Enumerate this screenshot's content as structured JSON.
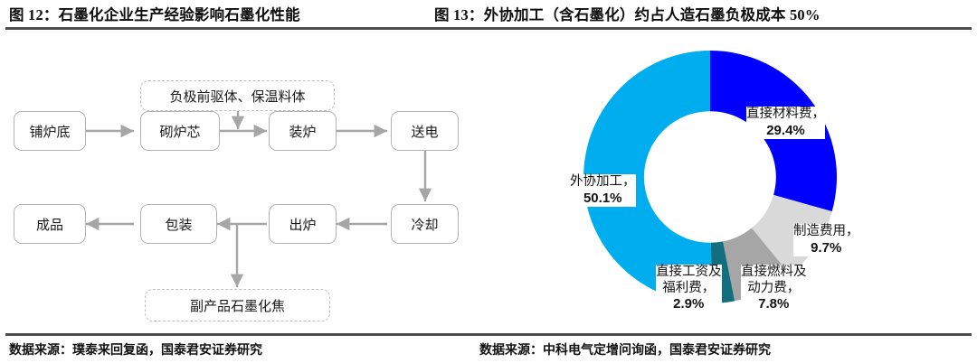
{
  "figures": {
    "left": {
      "title": "图 12：石墨化企业生产经验影响石墨化性能",
      "source": "数据来源：璞泰来回复函，国泰君安证券研究"
    },
    "right": {
      "title": "图 13：外协加工（含石墨化）约占人造石墨负极成本 50%",
      "source": "数据来源：中科电气定增问询函，国泰君安证券研究"
    }
  },
  "flowchart": {
    "nodes": [
      {
        "id": "feedstock",
        "label": "负极前驱体、保温料体"
      },
      {
        "id": "pulu",
        "label": "铺炉底"
      },
      {
        "id": "qiluxin",
        "label": "砌炉芯"
      },
      {
        "id": "zhuanglu",
        "label": "装炉"
      },
      {
        "id": "songdian",
        "label": "送电"
      },
      {
        "id": "lengque",
        "label": "冷却"
      },
      {
        "id": "chulu",
        "label": "出炉"
      },
      {
        "id": "baozhuang",
        "label": "包装"
      },
      {
        "id": "chengpin",
        "label": "成品"
      },
      {
        "id": "byproduct",
        "label": "副产品石墨化焦"
      }
    ],
    "edge_color": "#a6a6a6"
  },
  "chart_data": {
    "type": "pie",
    "title": "外协加工（含石墨化）约占人造石墨负极成本 50%",
    "donut": true,
    "inner_radius_ratio": 0.52,
    "start_angle_deg": 0,
    "direction": "clockwise",
    "legend": "none",
    "labels": [
      "直接材料费",
      "制造费用",
      "直接燃料及动力费",
      "直接工资及福利费",
      "外协加工"
    ],
    "values": [
      29.4,
      9.7,
      7.8,
      2.9,
      50.1
    ],
    "value_strings": [
      "29.4%",
      "9.7%",
      "7.8%",
      "2.9%",
      "50.1%"
    ],
    "colors": [
      "#0000FF",
      "#D9D9D9",
      "#A6A6A6",
      "#136F7E",
      "#00AEEF"
    ],
    "annotations": [
      {
        "name": "直接材料费，",
        "value": "29.4%"
      },
      {
        "name": "制造费用，",
        "value": "9.7%"
      },
      {
        "name": "直接燃料及",
        "name2": "动力费，",
        "value": "7.8%"
      },
      {
        "name": "直接工资及",
        "name2": "福利费，",
        "value": "2.9%"
      },
      {
        "name": "外协加工，",
        "value": "50.1%"
      }
    ]
  }
}
